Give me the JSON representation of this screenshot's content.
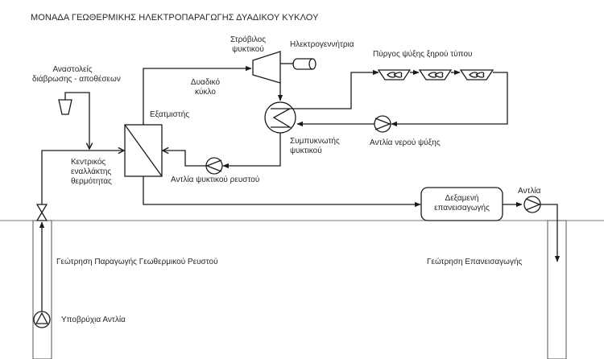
{
  "title": "ΜΟΝΑΔΑ ΓΕΩΘΕΡΜΙΚΗΣ ΗΛΕΚΤΡΟΠΑΡΑΓΩΓΗΣ ΔΥΑΔΙΚΟΥ  ΚΥΚΛΟΥ",
  "labels": {
    "turbine_line1": "Στρόβιλος",
    "turbine_line2": "ψυκτικού",
    "generator": "Ηλεκτρογεννήτρια",
    "cooling_tower": "Πύργος ψύξης ξηρού τύπου",
    "inhibitors_line1": "Αναστολείς",
    "inhibitors_line2": "διάβρωσης - αποθέσεων",
    "binary_cycle_line1": "Δυαδικό",
    "binary_cycle_line2": "κύκλο",
    "evaporator": "Εξατμιστής",
    "condenser_line1": "Συμπυκνωτής",
    "condenser_line2": "ψυκτικού",
    "cooling_water_pump": "Αντλία νερού ψύξης",
    "heat_exchanger_line1": "Κεντρικός",
    "heat_exchanger_line2": "εναλλάκτης",
    "heat_exchanger_line3": "θερμότητας",
    "refrigerant_pump": "Αντλία ψυκτικού ρευστού",
    "reinjection_tank_line1": "Δεξαμενή",
    "reinjection_tank_line2": "επανεισαγωγής",
    "reinjection_pump": "Αντλία",
    "production_well": "Γεώτρηση Παραγωγής Γεωθερμικού Ρευστού",
    "reinjection_well": "Γεώτρηση Επανεισαγωγής",
    "submersible_pump": "Υποβρύχια Αντλία"
  },
  "colors": {
    "line": "#1a1a1a",
    "ground": "#7a7a7a",
    "text": "#262626"
  }
}
